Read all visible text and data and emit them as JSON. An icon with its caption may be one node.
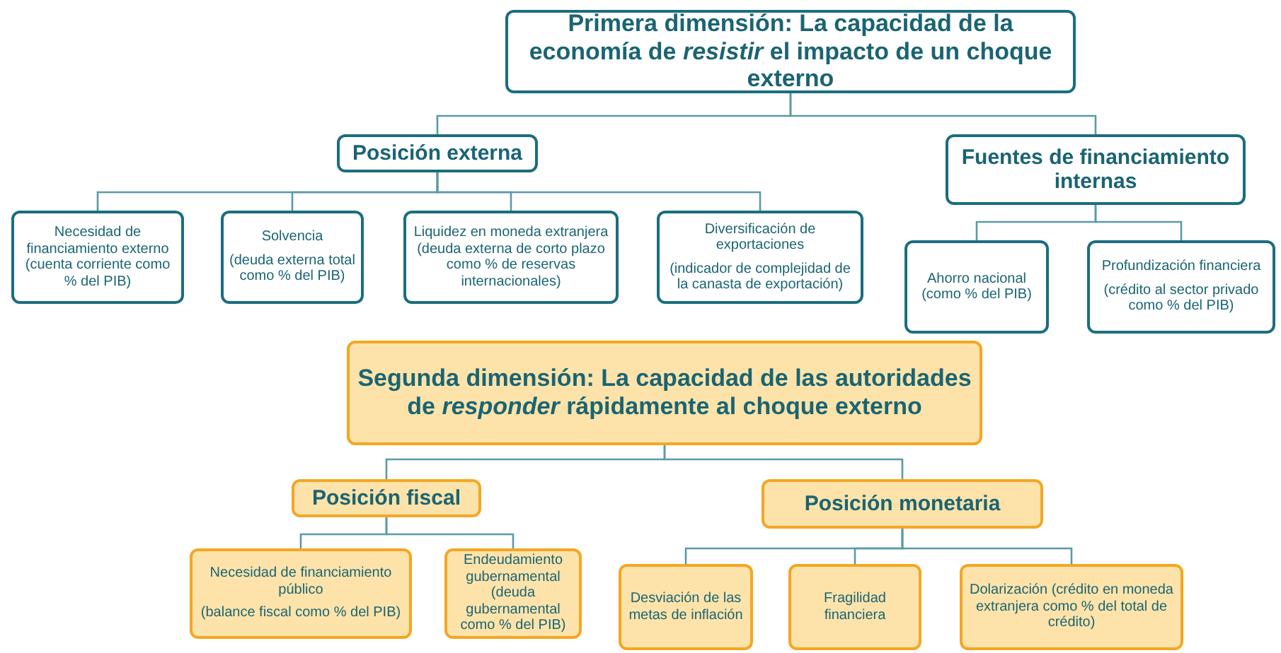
{
  "diagram": {
    "nodes": [
      {
        "text": [
          "Primera dimensión: La capacidad de la economía de *resistir* el impacto de un choque externo"
        ]
      },
      {
        "text": [
          "Posición externa"
        ]
      },
      {
        "text": [
          "Fuentes de financiamiento internas"
        ]
      },
      {
        "text": [
          "Necesidad de financiamiento externo (cuenta corriente como % del PIB)"
        ]
      },
      {
        "text": [
          "Solvencia",
          "(deuda externa total como % del PIB)"
        ]
      },
      {
        "text": [
          "Liquidez en moneda extranjera (deuda externa de corto plazo como % de reservas internacionales)"
        ]
      },
      {
        "text": [
          "Diversificación de exportaciones",
          "(indicador de complejidad de la canasta de exportación)"
        ]
      },
      {
        "text": [
          "Ahorro nacional (como % del PIB)"
        ]
      },
      {
        "text": [
          "Profundización financiera",
          "(crédito al sector privado como % del PIB)"
        ]
      },
      {
        "text": [
          "Segunda dimensión: La capacidad de las autoridades de *responder* rápidamente al choque externo"
        ]
      },
      {
        "text": [
          "Posición fiscal"
        ]
      },
      {
        "text": [
          "Posición monetaria"
        ]
      },
      {
        "text": [
          "Necesidad de financiamiento público",
          "(balance fiscal como % del PIB)"
        ]
      },
      {
        "text": [
          "Endeudamiento gubernamental (deuda gubernamental como % del PIB)"
        ]
      },
      {
        "text": [
          "Desviación de las metas de inflación"
        ]
      },
      {
        "text": [
          "Fragilidad financiera"
        ]
      },
      {
        "text": [
          "Dolarización (crédito en moneda extranjera como % del total de crédito)"
        ]
      }
    ],
    "edges": [
      {
        "from": 0,
        "to": 1,
        "arrow": "none"
      },
      {
        "from": 0,
        "to": 2,
        "arrow": "none"
      },
      {
        "from": 1,
        "to": 3,
        "arrow": "none"
      },
      {
        "from": 1,
        "to": 4,
        "arrow": "none"
      },
      {
        "from": 1,
        "to": 5,
        "arrow": "none"
      },
      {
        "from": 1,
        "to": 6,
        "arrow": "none"
      },
      {
        "from": 2,
        "to": 7,
        "arrow": "none"
      },
      {
        "from": 2,
        "to": 8,
        "arrow": "none"
      },
      {
        "from": 9,
        "to": 10,
        "arrow": "none"
      },
      {
        "from": 9,
        "to": 11,
        "arrow": "none"
      },
      {
        "from": 10,
        "to": 12,
        "arrow": "none"
      },
      {
        "from": 10,
        "to": 13,
        "arrow": "none"
      },
      {
        "from": 11,
        "to": 14,
        "arrow": "none"
      },
      {
        "from": 11,
        "to": 15,
        "arrow": "none"
      },
      {
        "from": 11,
        "to": 16,
        "arrow": "none"
      }
    ]
  }
}
